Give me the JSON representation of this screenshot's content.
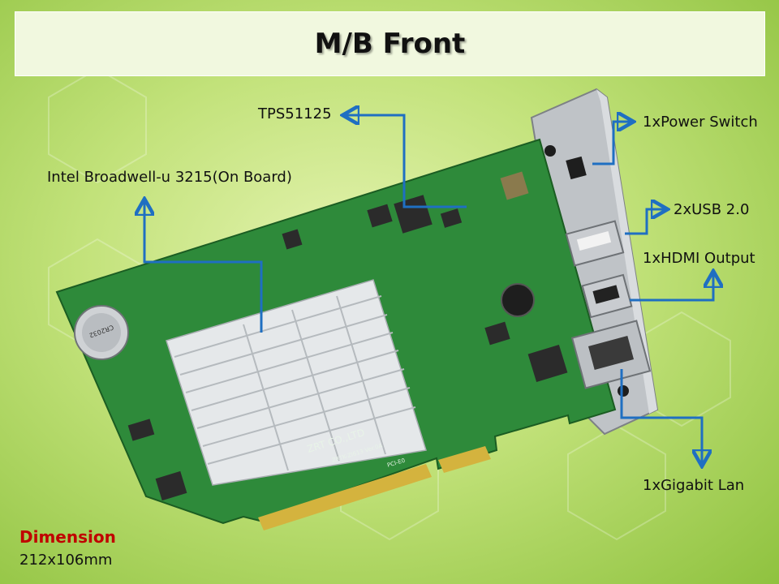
{
  "slide": {
    "title": "M/B Front",
    "labels": {
      "tps": "TPS51125",
      "cpu": "Intel Broadwell-u 3215(On Board)",
      "power": "1xPower Switch",
      "usb": "2xUSB 2.0",
      "hdmi": "1xHDMI Output",
      "lan": "1xGigabit Lan"
    },
    "dimension": {
      "title": "Dimension",
      "value": "212x106mm"
    },
    "board_text": {
      "maker": "ZRT CO.,LTD",
      "model": "ZRTK-ZI613 Ver.0A",
      "slot": "PCI-E0",
      "battery": "CR2032"
    },
    "colors": {
      "arrow": "#1f6fc2",
      "pcb": "#2e8a3a",
      "dimension_title": "#c00000"
    }
  }
}
